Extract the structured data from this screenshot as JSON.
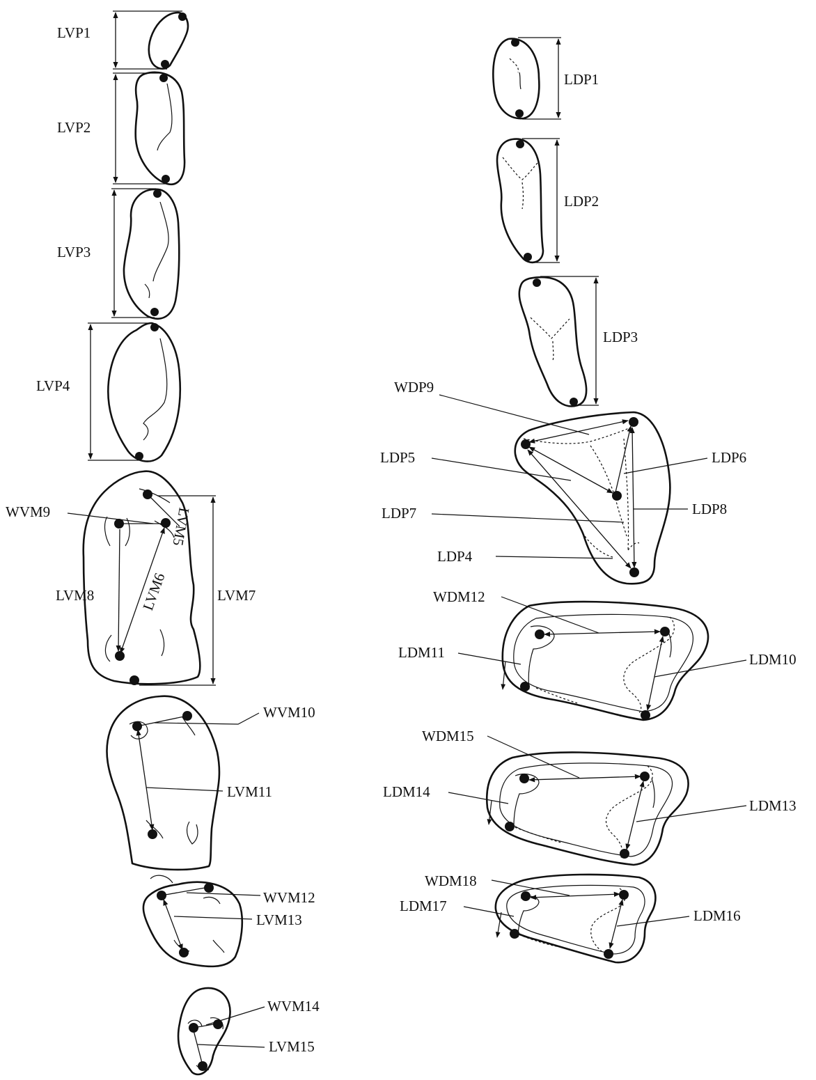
{
  "labels": {
    "LVP1": "LVP1",
    "LVP2": "LVP2",
    "LVP3": "LVP3",
    "LVP4": "LVP4",
    "LVM5": "LVM5",
    "LVM6": "LVM6",
    "LVM7": "LVM7",
    "LVM8": "LVM8",
    "WVM9": "WVM9",
    "WVM10": "WVM10",
    "LVM11": "LVM11",
    "WVM12": "WVM12",
    "LVM13": "LVM13",
    "WVM14": "WVM14",
    "LVM15": "LVM15",
    "LDP1": "LDP1",
    "LDP2": "LDP2",
    "LDP3": "LDP3",
    "LDP4": "LDP4",
    "LDP5": "LDP5",
    "LDP6": "LDP6",
    "LDP7": "LDP7",
    "LDP8": "LDP8",
    "WDP9": "WDP9",
    "LDM10": "LDM10",
    "LDM11": "LDM11",
    "WDM12": "WDM12",
    "LDM13": "LDM13",
    "LDM14": "LDM14",
    "WDM15": "WDM15",
    "LDM16": "LDM16",
    "LDM17": "LDM17",
    "WDM18": "WDM18"
  },
  "colors": {
    "ink": "#111111",
    "background": "#ffffff"
  }
}
